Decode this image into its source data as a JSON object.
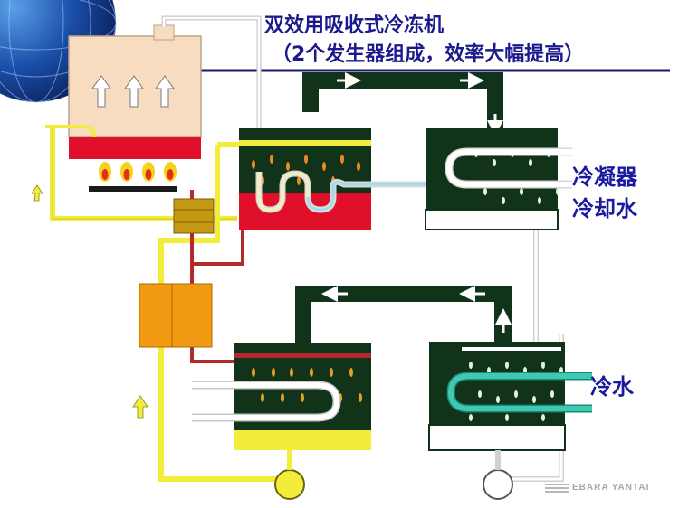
{
  "title": {
    "line1": "双效用吸收式冷冻机",
    "line2": "（2个发生器组成，效率大幅提高）"
  },
  "labels": {
    "condenser_cooling_water_line1": "冷凝器",
    "condenser_cooling_water_line2": "冷却水",
    "chilled_water": "冷水"
  },
  "logo": {
    "text": "EBARA YANTAI"
  },
  "colors": {
    "vessel_fill": "#10331a",
    "solution_red": "#e0102a",
    "pipe_yellow": "#f4ec3a",
    "pipe_red": "#b22a2a",
    "title_blue": "#1a1a8c",
    "burner_box": "#f7dcc0",
    "heat_exchanger": "#f29a12"
  }
}
